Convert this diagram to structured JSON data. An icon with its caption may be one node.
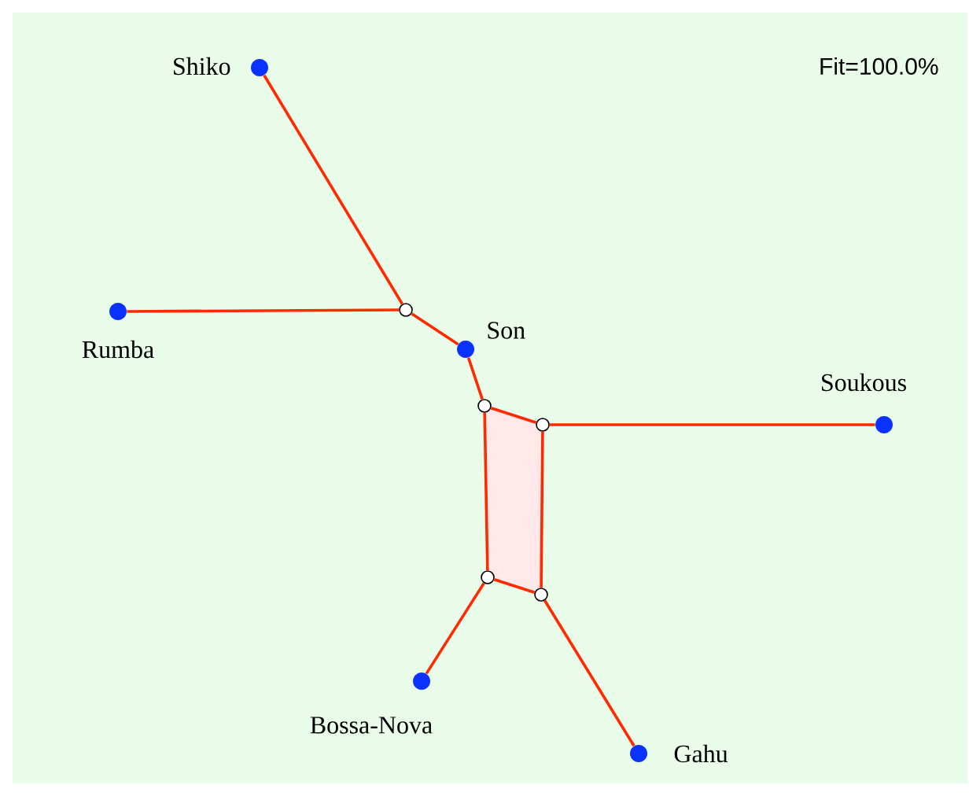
{
  "diagram": {
    "nodes": [
      {
        "text": [],
        "shape": "circle",
        "beside": [
          "Shiko"
        ]
      },
      {
        "text": [],
        "shape": "circle",
        "beside": [
          "Rumba"
        ]
      },
      {
        "text": [],
        "shape": "circle",
        "beside": [
          "Son"
        ]
      },
      {
        "text": [],
        "shape": "circle",
        "beside": [
          "Soukous"
        ]
      },
      {
        "text": [],
        "shape": "circle",
        "beside": [
          "Bossa-Nova"
        ]
      },
      {
        "text": [],
        "shape": "circle",
        "beside": [
          "Gahu"
        ]
      },
      {
        "text": [],
        "shape": "circle"
      },
      {
        "text": [],
        "shape": "circle"
      },
      {
        "text": [],
        "shape": "circle"
      },
      {
        "text": [],
        "shape": "circle"
      },
      {
        "text": [],
        "shape": "circle"
      }
    ],
    "edges": [
      {
        "from": 0,
        "to": 6,
        "arrow": "none"
      },
      {
        "from": 1,
        "to": 6,
        "arrow": "none"
      },
      {
        "from": 6,
        "to": 2,
        "arrow": "none"
      },
      {
        "from": 2,
        "to": 7,
        "arrow": "none"
      },
      {
        "from": 7,
        "to": 8,
        "arrow": "none"
      },
      {
        "from": 7,
        "to": 9,
        "arrow": "none"
      },
      {
        "from": 8,
        "to": 10,
        "arrow": "none"
      },
      {
        "from": 9,
        "to": 10,
        "arrow": "none"
      },
      {
        "from": 8,
        "to": 3,
        "arrow": "none"
      },
      {
        "from": 9,
        "to": 4,
        "arrow": "none"
      },
      {
        "from": 10,
        "to": 5,
        "arrow": "none"
      }
    ],
    "labels": [
      "Fit=100.0%"
    ]
  }
}
